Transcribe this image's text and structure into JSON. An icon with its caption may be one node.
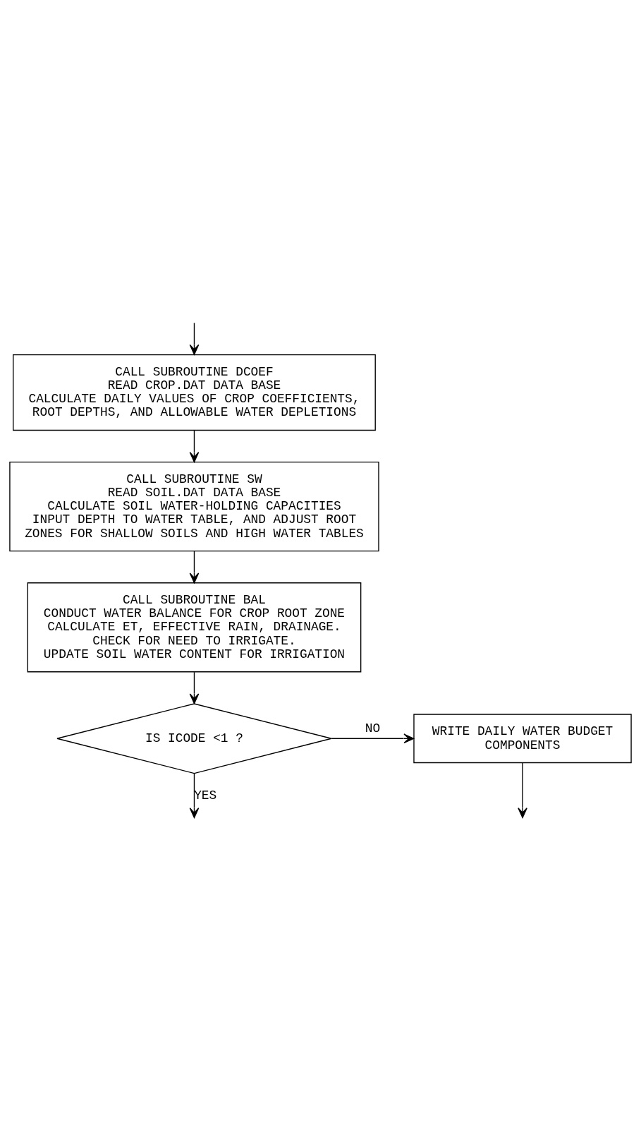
{
  "diagram": {
    "nodes": [
      {
        "text": [
          "CALL SUBROUTINE DCOEF",
          "READ CROP.DAT DATA BASE",
          "CALCULATE DAILY VALUES OF CROP COEFFICIENTS, ROOT DEPTHS, AND ALLOWABLE WATER DEPLETIONS"
        ]
      },
      {
        "text": [
          "CALL SUBROUTINE SW",
          "READ SOIL.DAT DATA BASE",
          "CALCULATE SOIL WATER-HOLDING CAPACITIES",
          "INPUT DEPTH TO WATER TABLE, AND ADJUST ROOT ZONES FOR SHALLOW SOILS AND HIGH WATER TABLES"
        ]
      },
      {
        "text": [
          "CALL SUBROUTINE BAL",
          "CONDUCT WATER BALANCE FOR CROP ROOT ZONE",
          "CALCULATE ET, EFFECTIVE RAIN, DRAINAGE.",
          "CHECK FOR NEED TO IRRIGATE.",
          "UPDATE SOIL WATER CONTENT FOR IRRIGATION"
        ]
      },
      {
        "text": [
          "IS ICODE <1 ?"
        ]
      },
      {
        "text": [
          "WRITE DAILY WATER BUDGET COMPONENTS"
        ]
      }
    ],
    "edges": [
      {
        "from": null,
        "to": 0,
        "arrow": "to"
      },
      {
        "from": 0,
        "to": 1,
        "arrow": "to"
      },
      {
        "from": 1,
        "to": 2,
        "arrow": "to"
      },
      {
        "from": 2,
        "to": 3,
        "arrow": "to"
      },
      {
        "from": 3,
        "to": 4,
        "arrow": "to",
        "label": "NO"
      },
      {
        "from": 3,
        "to": null,
        "arrow": "to",
        "label": "YES"
      },
      {
        "from": 4,
        "to": null,
        "arrow": "to"
      }
    ]
  }
}
